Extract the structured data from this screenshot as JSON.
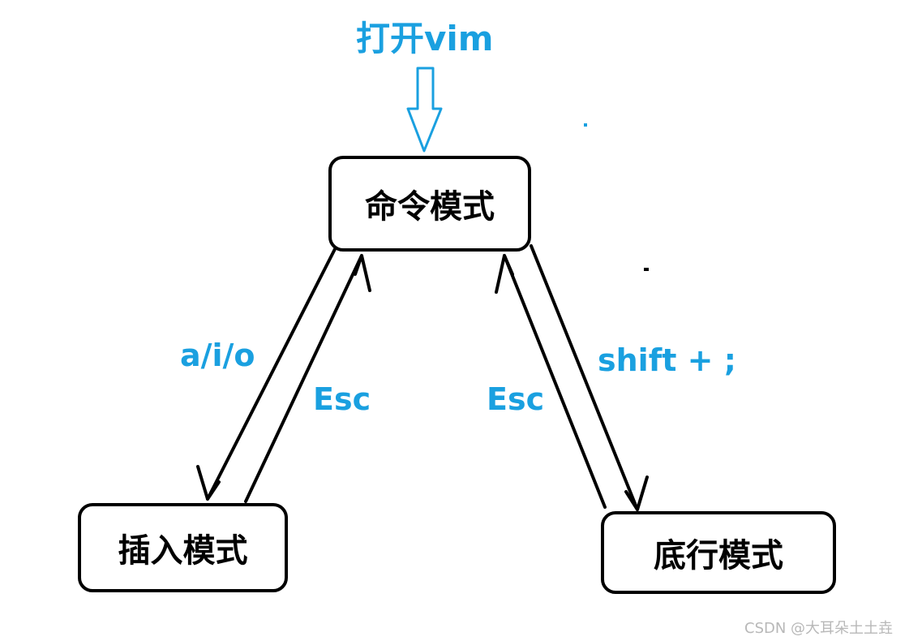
{
  "colors": {
    "accent": "#1aa0e0",
    "stroke": "#000000",
    "watermark": "#b8b8b8"
  },
  "start": {
    "label": "打开vim",
    "arrow_icon": "hollow-down-arrow"
  },
  "nodes": {
    "command": "命令模式",
    "insert": "插入模式",
    "lastline": "底行模式"
  },
  "edges": {
    "to_insert": "a/i/o",
    "insert_to_command": "Esc",
    "lastline_to_command": "Esc",
    "to_lastline": "shift + ;"
  },
  "watermark": "CSDN @大耳朵土土垚"
}
